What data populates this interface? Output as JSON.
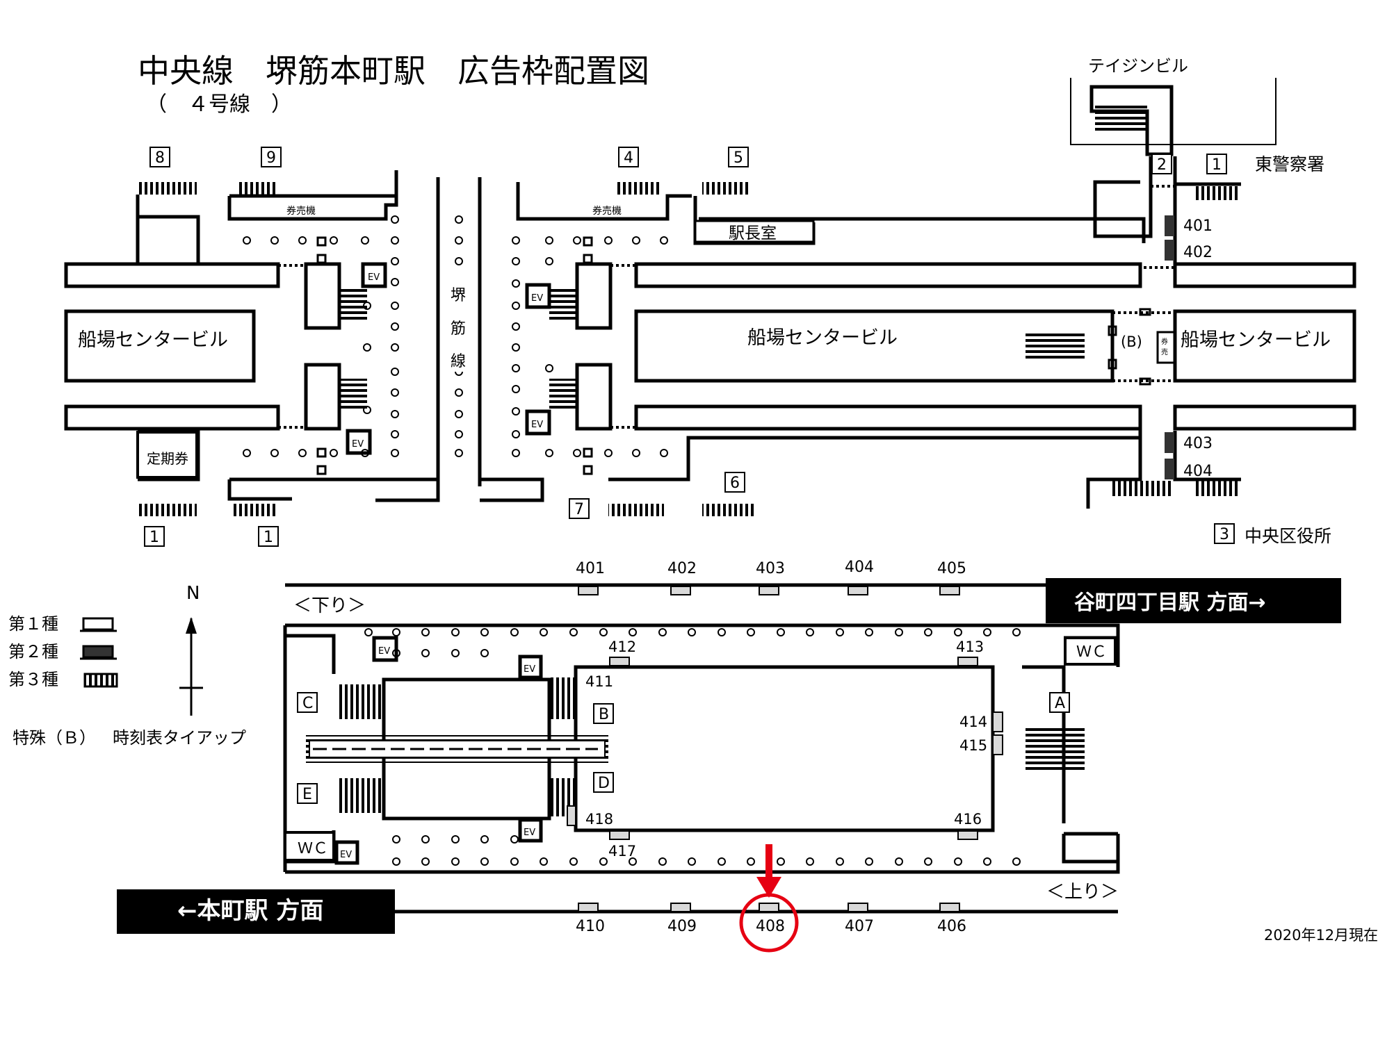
{
  "title": {
    "main": "中央線　堺筋本町駅　広告枠配置図",
    "sub": "（　４号線　）"
  },
  "date_note": "2020年12月現在",
  "labels": {
    "funaba_center_bldg": "船場センタービル",
    "teijin_bldg": "テイジンビル",
    "higashi_police": "東警察署",
    "chuo_ward_office": "中央区役所",
    "station_master": "駅長室",
    "ticket_machine": "券売機",
    "commuter_pass": "定期券",
    "sakaisuji_line": [
      "（",
      "堺",
      "筋",
      "線",
      "）"
    ],
    "elevator": "EV",
    "special_b": "(B)",
    "ticket_small": [
      "券",
      "売"
    ],
    "north": "N",
    "down_track": "＜下り＞",
    "up_track": "＜上り＞",
    "wc": "ＷＣ",
    "dir_tanimachi": "谷町四丁目駅 方面→",
    "dir_honmachi": "←本町駅 方面"
  },
  "exits": {
    "ex8": "8",
    "ex9": "9",
    "ex4": "4",
    "ex5": "5",
    "ex2": "2",
    "ex1a": "1",
    "ex1b": "1",
    "ex1c": "1",
    "ex6": "6",
    "ex7": "7",
    "ex3": "3"
  },
  "stairs": {
    "A": "A",
    "B": "B",
    "C": "C",
    "D": "D",
    "E": "E"
  },
  "ads_concourse": {
    "a401": "401",
    "a402": "402",
    "a403": "403",
    "a404": "404"
  },
  "ads_down": [
    "401",
    "402",
    "403",
    "404",
    "405"
  ],
  "ads_up": [
    "410",
    "409",
    "408",
    "407",
    "406"
  ],
  "ads_platform": {
    "a411": "411",
    "a412": "412",
    "a413": "413",
    "a414": "414",
    "a415": "415",
    "a416": "416",
    "a417": "417",
    "a418": "418"
  },
  "highlight": {
    "target": "408",
    "color": "#e60012"
  },
  "legend": {
    "type1": "第１種",
    "type2": "第２種",
    "type3": "第３種",
    "special_label": "特殊（Ｂ）",
    "special_desc": "時刻表タイアップ"
  },
  "colors": {
    "ink": "#000000",
    "highlight": "#e60012",
    "ad_fill": "#d9d9d9",
    "ad_dark": "#333333"
  }
}
